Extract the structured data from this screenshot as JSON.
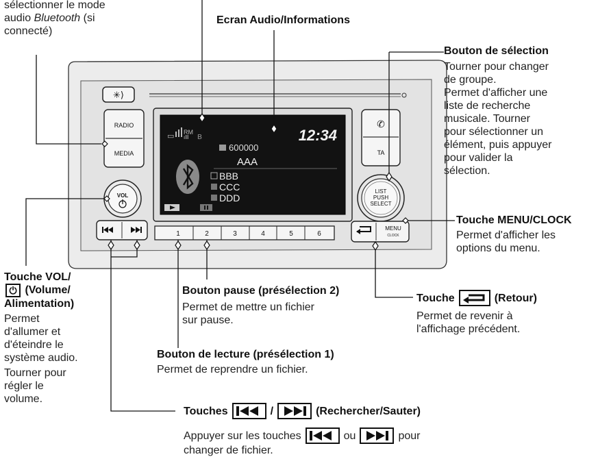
{
  "callouts": {
    "top_left": {
      "line1": "sélectionner le mode",
      "line2_prefix": "audio ",
      "line2_italic": "Bluetooth",
      "line2_suffix": " (si",
      "line3": "connecté)"
    },
    "screen_label": "Ecran Audio/Informations",
    "select_knob": {
      "title": "Bouton de sélection",
      "lines": [
        "Tourner pour changer",
        "de groupe.",
        "Permet d'afficher une",
        "liste de recherche",
        "musicale. Tourner",
        "pour sélectionner un",
        "élément, puis appuyer",
        "pour valider la",
        "sélection."
      ]
    },
    "menu_clock": {
      "title": "Touche MENU/CLOCK",
      "lines": [
        "Permet d'afficher les",
        "options du menu."
      ]
    },
    "vol": {
      "title_prefix": "Touche VOL/",
      "title_suffix": " (Volume/",
      "title_line3": "Alimentation)",
      "lines": [
        "Permet",
        "d'allumer et",
        "d'éteindre le",
        "système audio.",
        "Tourner pour",
        "régler le",
        "volume."
      ]
    },
    "pause": {
      "title": "Bouton pause (présélection 2)",
      "lines": [
        "Permet de mettre un fichier",
        "sur pause."
      ]
    },
    "play": {
      "title": "Bouton de lecture (présélection 1)",
      "lines": [
        "Permet de reprendre un fichier."
      ]
    },
    "back": {
      "title_prefix": "Touche",
      "title_suffix": "(Retour)",
      "lines": [
        "Permet de revenir à",
        "l'affichage précédent."
      ]
    },
    "seek": {
      "title_prefix": "Touches",
      "title_sep": "/",
      "title_suffix": "(Rechercher/Sauter)",
      "line1_prefix": "Appuyer sur les touches",
      "line1_mid": "ou",
      "line1_suffix": "pour",
      "line2": "changer de fichier."
    }
  },
  "unit": {
    "left_buttons": [
      "RADIO",
      "MEDIA"
    ],
    "right_buttons": [
      "TA"
    ],
    "vol_label": "VOL",
    "select_lines": [
      "LIST",
      "PUSH",
      "SELECT"
    ],
    "menu_lines": [
      "MENU",
      "CLOCK"
    ],
    "presets": [
      "1",
      "2",
      "3",
      "4",
      "5",
      "6"
    ]
  },
  "screen": {
    "clock": "12:34",
    "folder": "600000",
    "title": "AAA",
    "items": [
      "BBB",
      "CCC",
      "DDD"
    ]
  },
  "colors": {
    "panel": "#e6e6e6",
    "screen": "#111111",
    "outline": "#222222"
  }
}
